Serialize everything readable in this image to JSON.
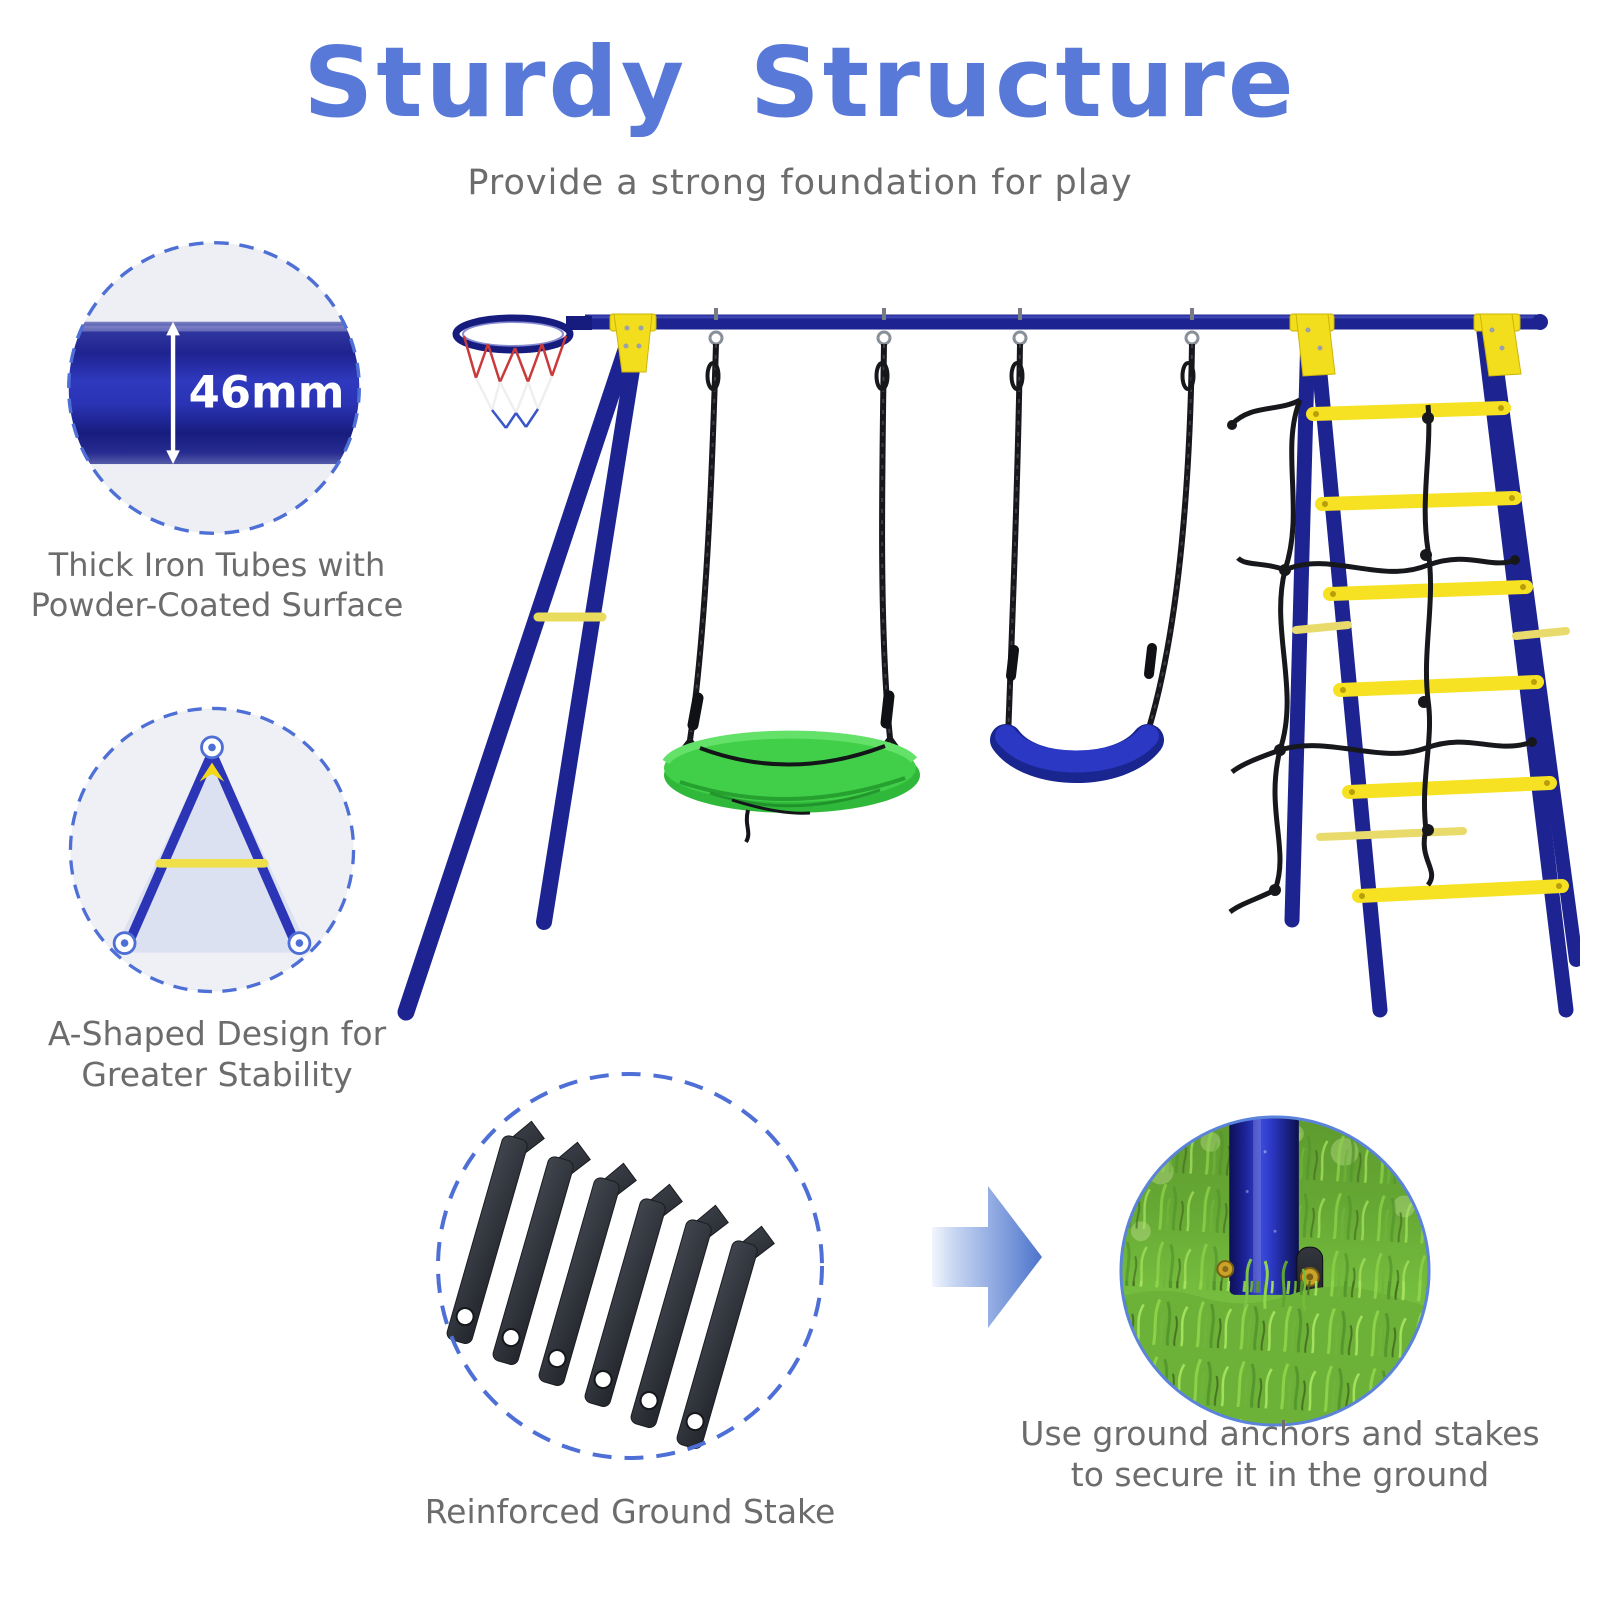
{
  "header": {
    "title": "Sturdy Structure",
    "subtitle": "Provide a strong foundation for play"
  },
  "callouts": {
    "tube": {
      "measurement": "46mm",
      "caption": "Thick Iron Tubes with\nPowder-Coated Surface"
    },
    "aframe": {
      "caption": "A-Shaped Design for\nGreater Stability"
    },
    "stakes": {
      "caption": "Reinforced Ground Stake",
      "stake_count": 6
    },
    "anchor": {
      "caption": "Use ground anchors and stakes\nto secure it in the ground"
    }
  },
  "colors": {
    "title_blue": "#5879D7",
    "caption_gray": "#6C6C6C",
    "frame_navy": "#1D2492",
    "connector_yellow": "#F2DE1C",
    "rung_yellow": "#F6E223",
    "saucer_green": "#41CE49",
    "seat_blue": "#2A38C4",
    "rope_black": "#17181C",
    "callout_dash_blue": "#4E6FD5",
    "arrow_blue": "#4D74CC",
    "grass_green": "#74BC3E",
    "stake_charcoal": "#2B2E35",
    "hoop_net_red": "#C93A3A",
    "hoop_net_white": "#EFEFEF",
    "hoop_net_blue": "#3A55C8"
  }
}
